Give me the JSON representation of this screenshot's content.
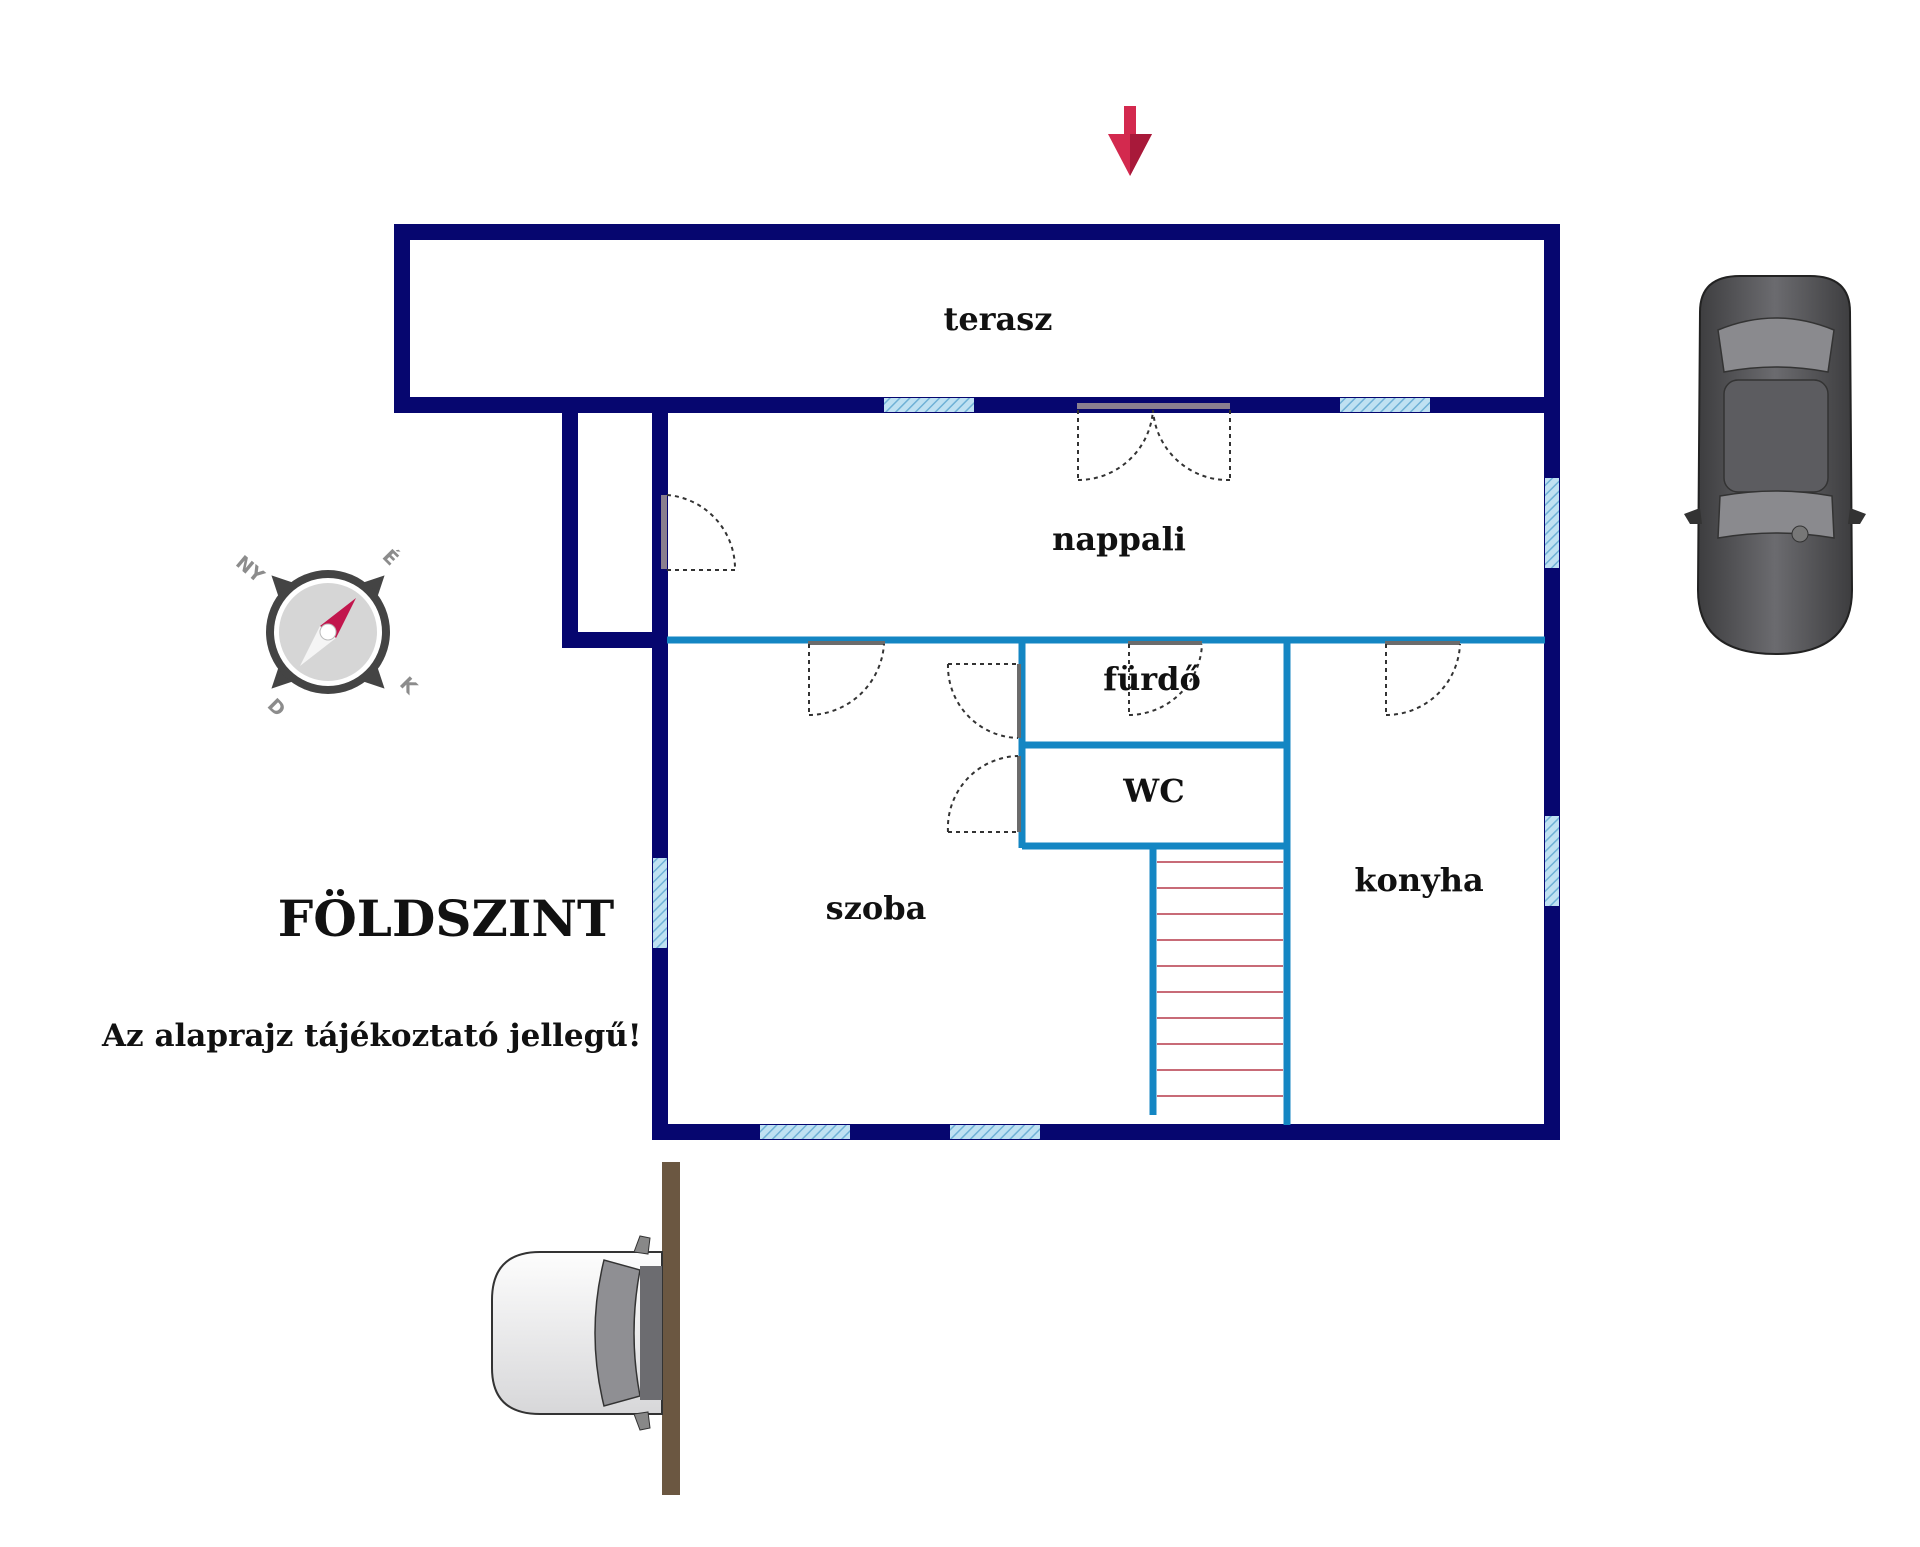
{
  "title": "FÖLDSZINT",
  "note": "Az alaprajz tájékoztató jellegű!",
  "rooms": {
    "terasz": "terasz",
    "nappali": "nappali",
    "furdo": "fürdő",
    "wc": "WC",
    "szoba": "szoba",
    "konyha": "konyha"
  },
  "compass": {
    "ny": "NY",
    "e": "É",
    "d": "D",
    "k": "K"
  },
  "icons": {
    "entrance": "entrance-arrow-icon",
    "compass": "compass-icon",
    "car_top": "car-top-view-icon",
    "car_side": "car-bottom-left-icon"
  },
  "colors": {
    "outer_wall": "#06066f",
    "inner_wall": "#1486c3",
    "window": "#9fd0ea",
    "door_leaf": "#8a7f8f",
    "stairs_step": "#b53a4a",
    "entrance_arrow": "#d3294e",
    "fence": "#6b5741",
    "compass_ring": "#444444",
    "compass_needle": "#c2164d"
  }
}
